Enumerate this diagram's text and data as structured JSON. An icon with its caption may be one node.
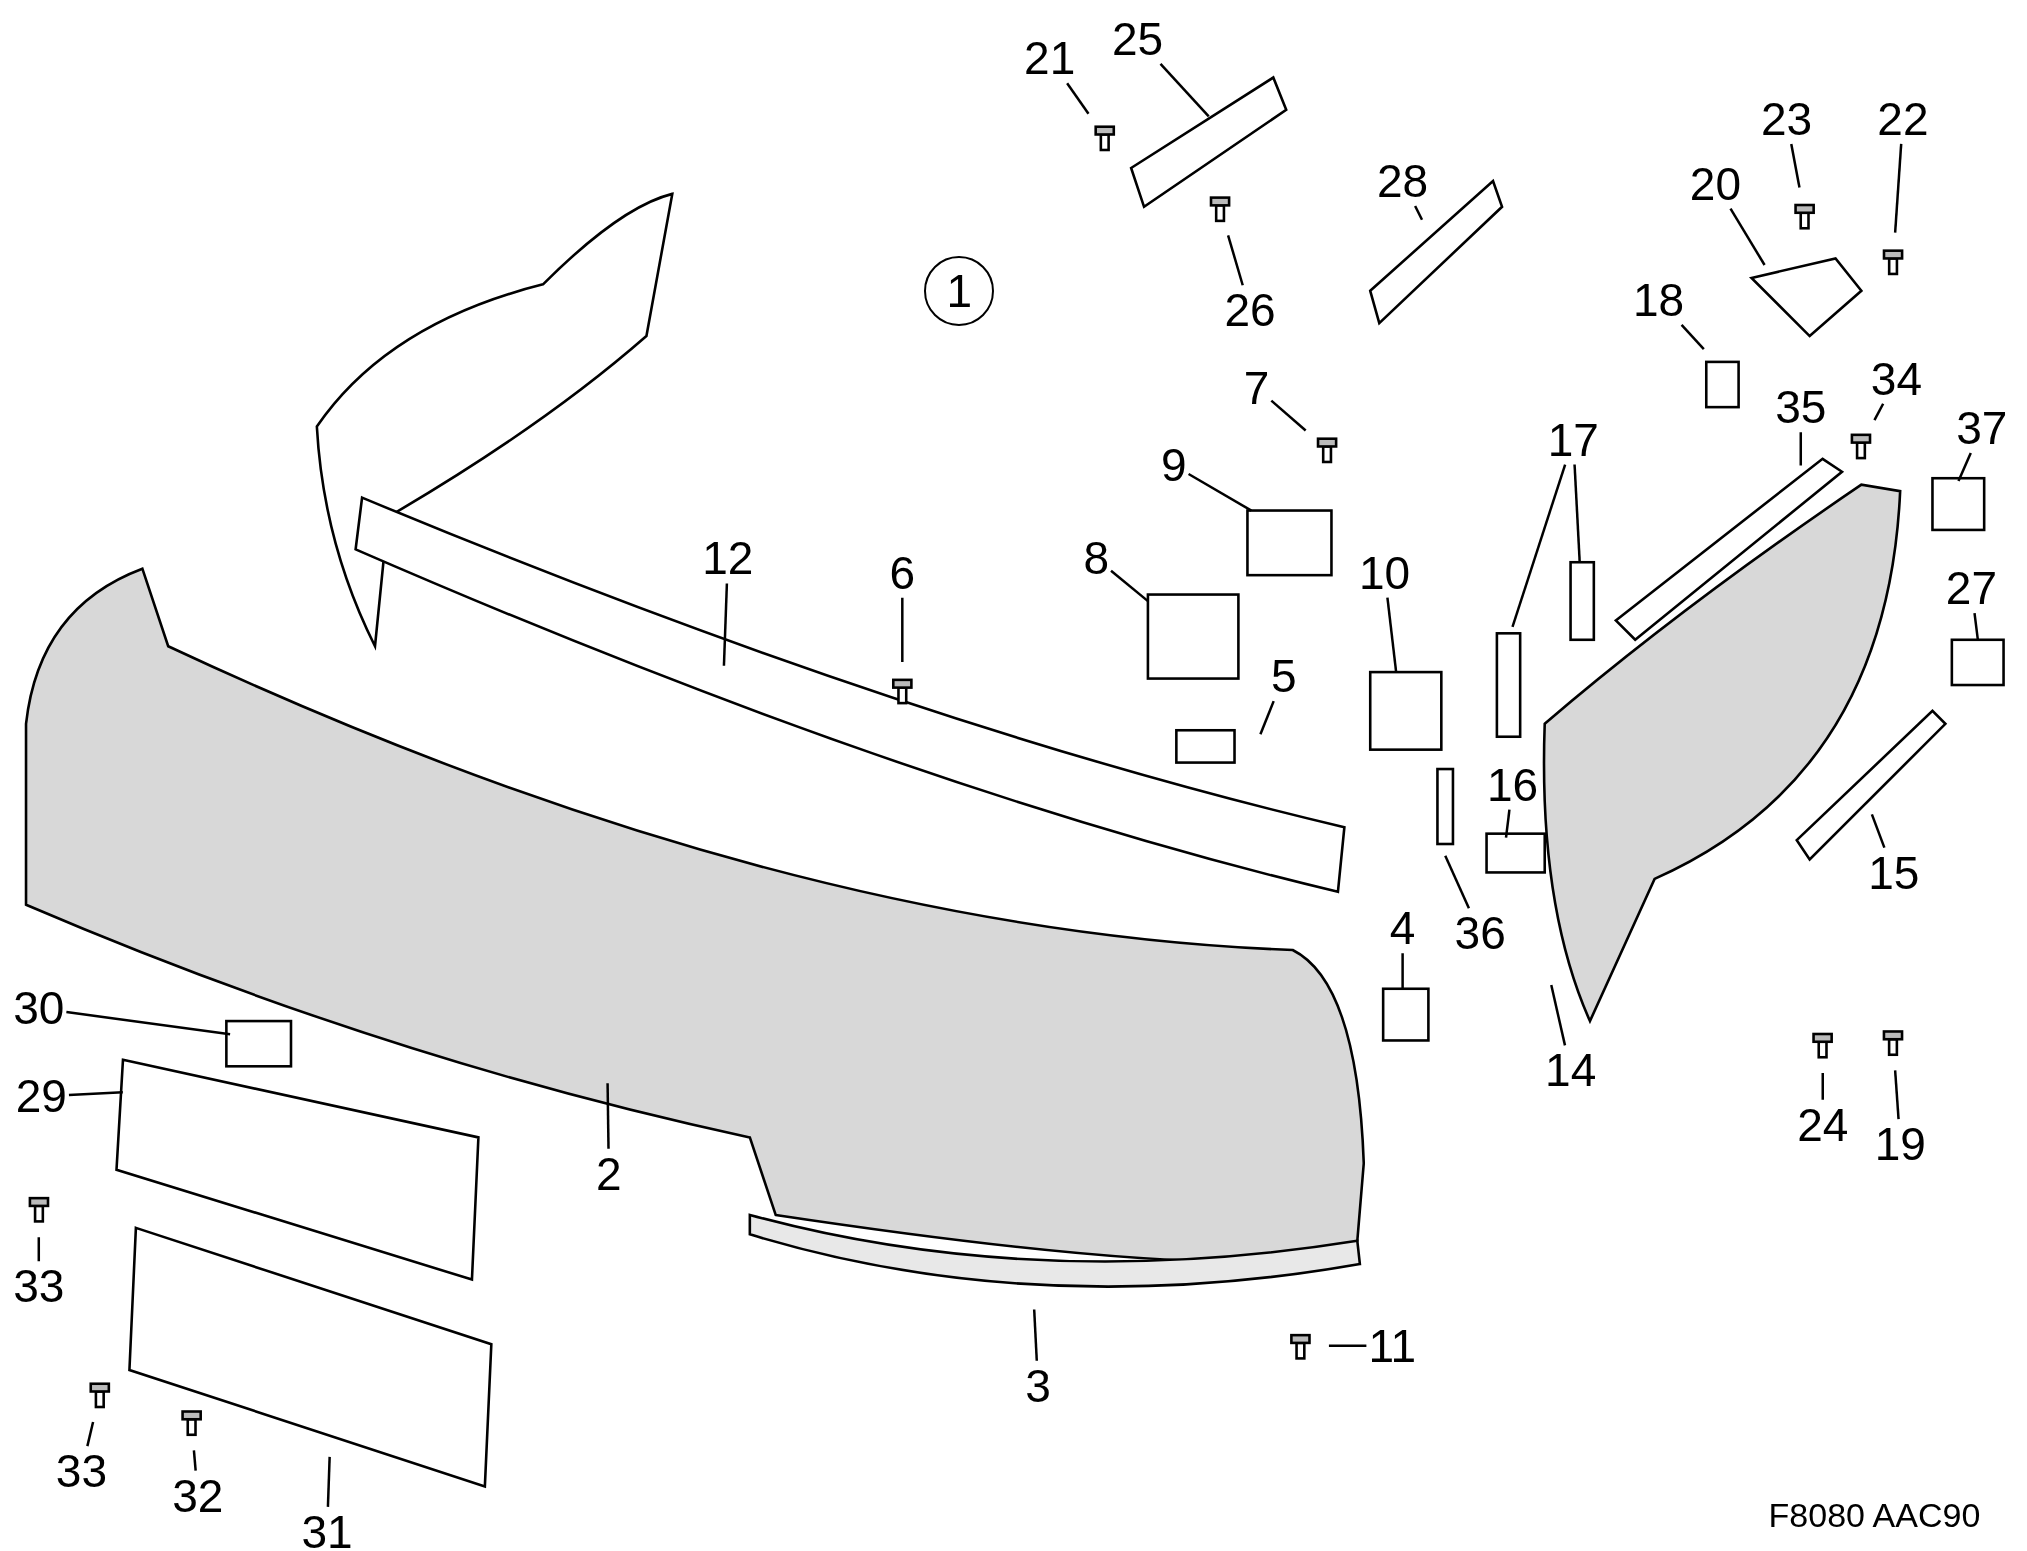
{
  "diagram": {
    "nodes": [
      {
        "text": [
          "25"
        ]
      },
      {
        "text": [
          "21"
        ]
      },
      {
        "text": [
          "23"
        ]
      },
      {
        "text": [
          "22"
        ]
      },
      {
        "text": [
          "28"
        ]
      },
      {
        "text": [
          "20"
        ]
      },
      {
        "text": [
          "1"
        ]
      },
      {
        "text": [
          "18"
        ]
      },
      {
        "text": [
          "26"
        ]
      },
      {
        "text": [
          "34"
        ]
      },
      {
        "text": [
          "7"
        ]
      },
      {
        "text": [
          "35"
        ]
      },
      {
        "text": [
          "37"
        ]
      },
      {
        "text": [
          "17"
        ]
      },
      {
        "text": [
          "9"
        ]
      },
      {
        "text": [
          "12"
        ]
      },
      {
        "text": [
          "8"
        ]
      },
      {
        "text": [
          "6"
        ]
      },
      {
        "text": [
          "10"
        ]
      },
      {
        "text": [
          "27"
        ]
      },
      {
        "text": [
          "5"
        ]
      },
      {
        "text": [
          "16"
        ]
      },
      {
        "text": [
          "15"
        ]
      },
      {
        "text": [
          "4"
        ]
      },
      {
        "text": [
          "36"
        ]
      },
      {
        "text": [
          "30"
        ]
      },
      {
        "text": [
          "14"
        ]
      },
      {
        "text": [
          "29"
        ]
      },
      {
        "text": [
          "24"
        ]
      },
      {
        "text": [
          "19"
        ]
      },
      {
        "text": [
          "2"
        ]
      },
      {
        "text": [
          "33"
        ]
      },
      {
        "text": [
          "11"
        ]
      },
      {
        "text": [
          "3"
        ]
      },
      {
        "text": [
          "33"
        ]
      },
      {
        "text": [
          "32"
        ]
      },
      {
        "text": [
          "31"
        ]
      }
    ],
    "edges": [
      {
        "from": 0,
        "to": null,
        "arrow": "none"
      },
      {
        "from": 1,
        "to": null,
        "arrow": "none"
      },
      {
        "from": 2,
        "to": null,
        "arrow": "none"
      },
      {
        "from": 3,
        "to": null,
        "arrow": "none"
      },
      {
        "from": 4,
        "to": null,
        "arrow": "none"
      },
      {
        "from": 5,
        "to": null,
        "arrow": "none"
      },
      {
        "from": 7,
        "to": null,
        "arrow": "none"
      },
      {
        "from": 8,
        "to": null,
        "arrow": "none"
      },
      {
        "from": 9,
        "to": null,
        "arrow": "none"
      },
      {
        "from": 10,
        "to": null,
        "arrow": "none"
      },
      {
        "from": 11,
        "to": null,
        "arrow": "none"
      },
      {
        "from": 12,
        "to": null,
        "arrow": "none"
      },
      {
        "from": 13,
        "to": null,
        "arrow": "none"
      },
      {
        "from": 13,
        "to": null,
        "arrow": "none"
      },
      {
        "from": 14,
        "to": null,
        "arrow": "none"
      },
      {
        "from": 15,
        "to": null,
        "arrow": "none"
      },
      {
        "from": 16,
        "to": null,
        "arrow": "none"
      },
      {
        "from": 17,
        "to": null,
        "arrow": "none"
      },
      {
        "from": 18,
        "to": null,
        "arrow": "none"
      },
      {
        "from": 19,
        "to": null,
        "arrow": "none"
      },
      {
        "from": 20,
        "to": null,
        "arrow": "none"
      },
      {
        "from": 21,
        "to": null,
        "arrow": "none"
      },
      {
        "from": 22,
        "to": null,
        "arrow": "none"
      },
      {
        "from": 23,
        "to": null,
        "arrow": "none"
      },
      {
        "from": 24,
        "to": null,
        "arrow": "none"
      },
      {
        "from": 25,
        "to": null,
        "arrow": "none"
      },
      {
        "from": 26,
        "to": null,
        "arrow": "none"
      },
      {
        "from": 27,
        "to": null,
        "arrow": "none"
      },
      {
        "from": 28,
        "to": null,
        "arrow": "none"
      },
      {
        "from": 29,
        "to": null,
        "arrow": "none"
      },
      {
        "from": 30,
        "to": null,
        "arrow": "none"
      },
      {
        "from": 31,
        "to": null,
        "arrow": "none"
      },
      {
        "from": 32,
        "to": null,
        "arrow": "none"
      },
      {
        "from": 33,
        "to": null,
        "arrow": "none"
      },
      {
        "from": 34,
        "to": null,
        "arrow": "none"
      },
      {
        "from": 35,
        "to": null,
        "arrow": "none"
      },
      {
        "from": 36,
        "to": null,
        "arrow": "none"
      }
    ],
    "labels": [
      "F8080 AAC90"
    ]
  }
}
